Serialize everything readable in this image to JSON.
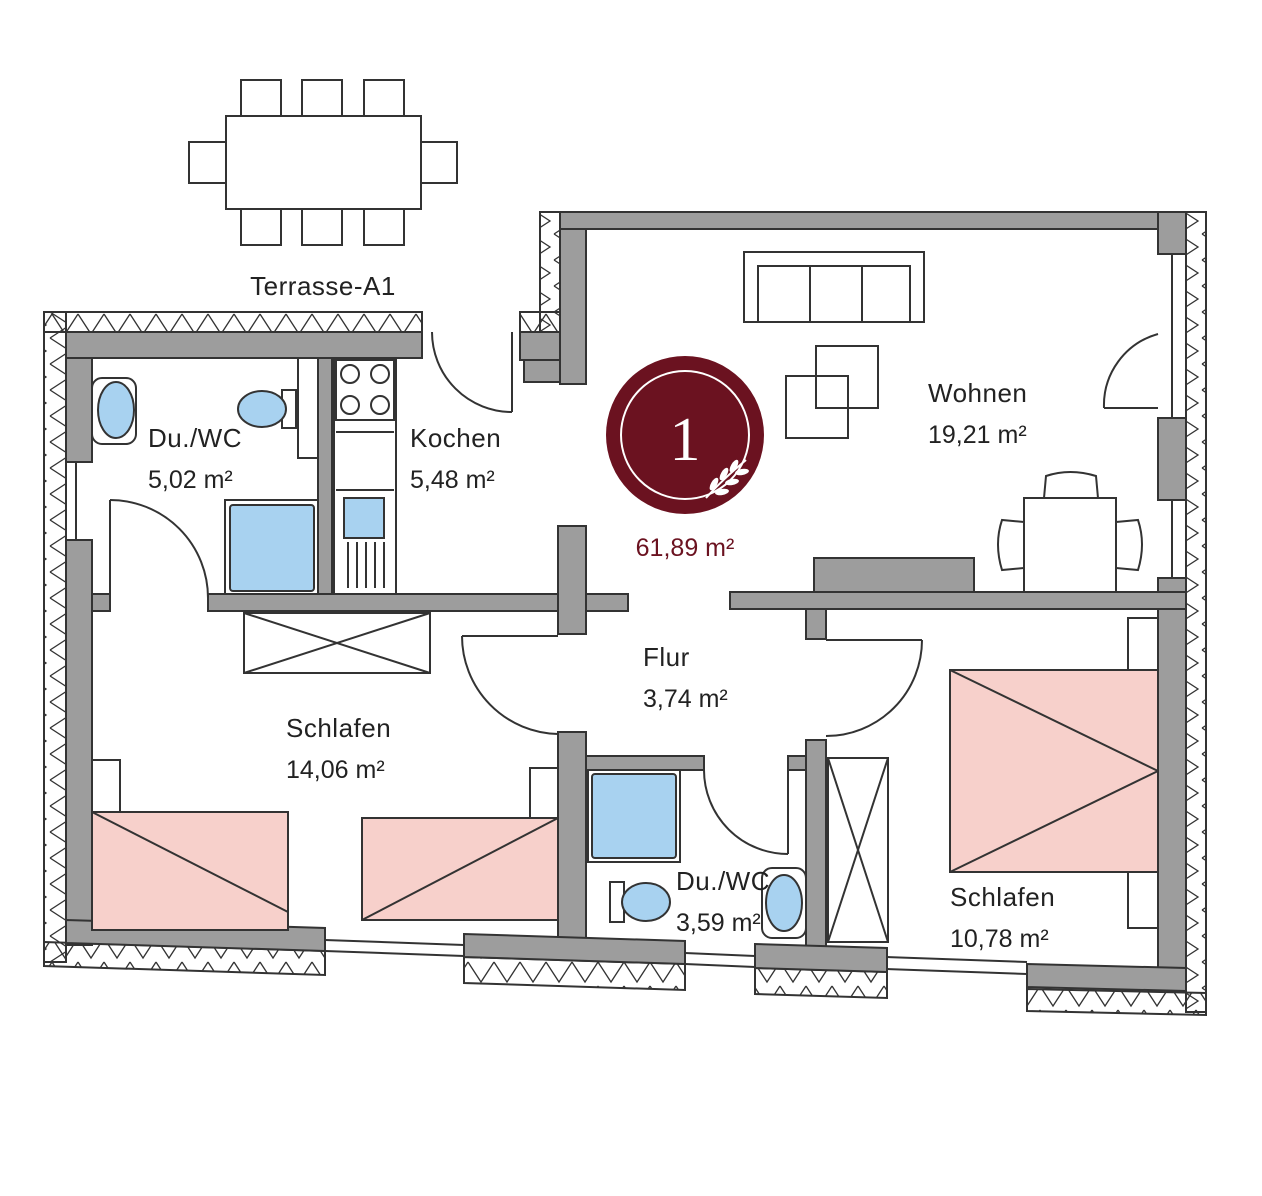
{
  "terrace": {
    "label": "Terrasse-A1"
  },
  "apartment": {
    "number": "1",
    "total_area": "61,89 m²",
    "brand_color": "#6b1220"
  },
  "rooms": {
    "bath_left": {
      "name": "Du./WC",
      "area": "5,02 m²"
    },
    "kitchen": {
      "name": "Kochen",
      "area": "5,48 m²"
    },
    "living": {
      "name": "Wohnen",
      "area": "19,21 m²"
    },
    "hall": {
      "name": "Flur",
      "area": "3,74 m²"
    },
    "bedroom_left": {
      "name": "Schlafen",
      "area": "14,06 m²"
    },
    "bath_small": {
      "name": "Du./WC",
      "area": "3,59 m²"
    },
    "bedroom_right": {
      "name": "Schlafen",
      "area": "10,78 m²"
    }
  },
  "colors": {
    "wall": "#9d9d9d",
    "sanitary": "#a8d2f0",
    "bed": "#f7d0cb",
    "badge": "#6b1220"
  },
  "icons": [
    "table-icon",
    "chair-icon",
    "sofa-icon",
    "stove-icon",
    "sink-icon",
    "shower-icon",
    "toilet-icon",
    "bathtub-icon",
    "bed-icon",
    "wardrobe-icon",
    "leaf-icon"
  ]
}
